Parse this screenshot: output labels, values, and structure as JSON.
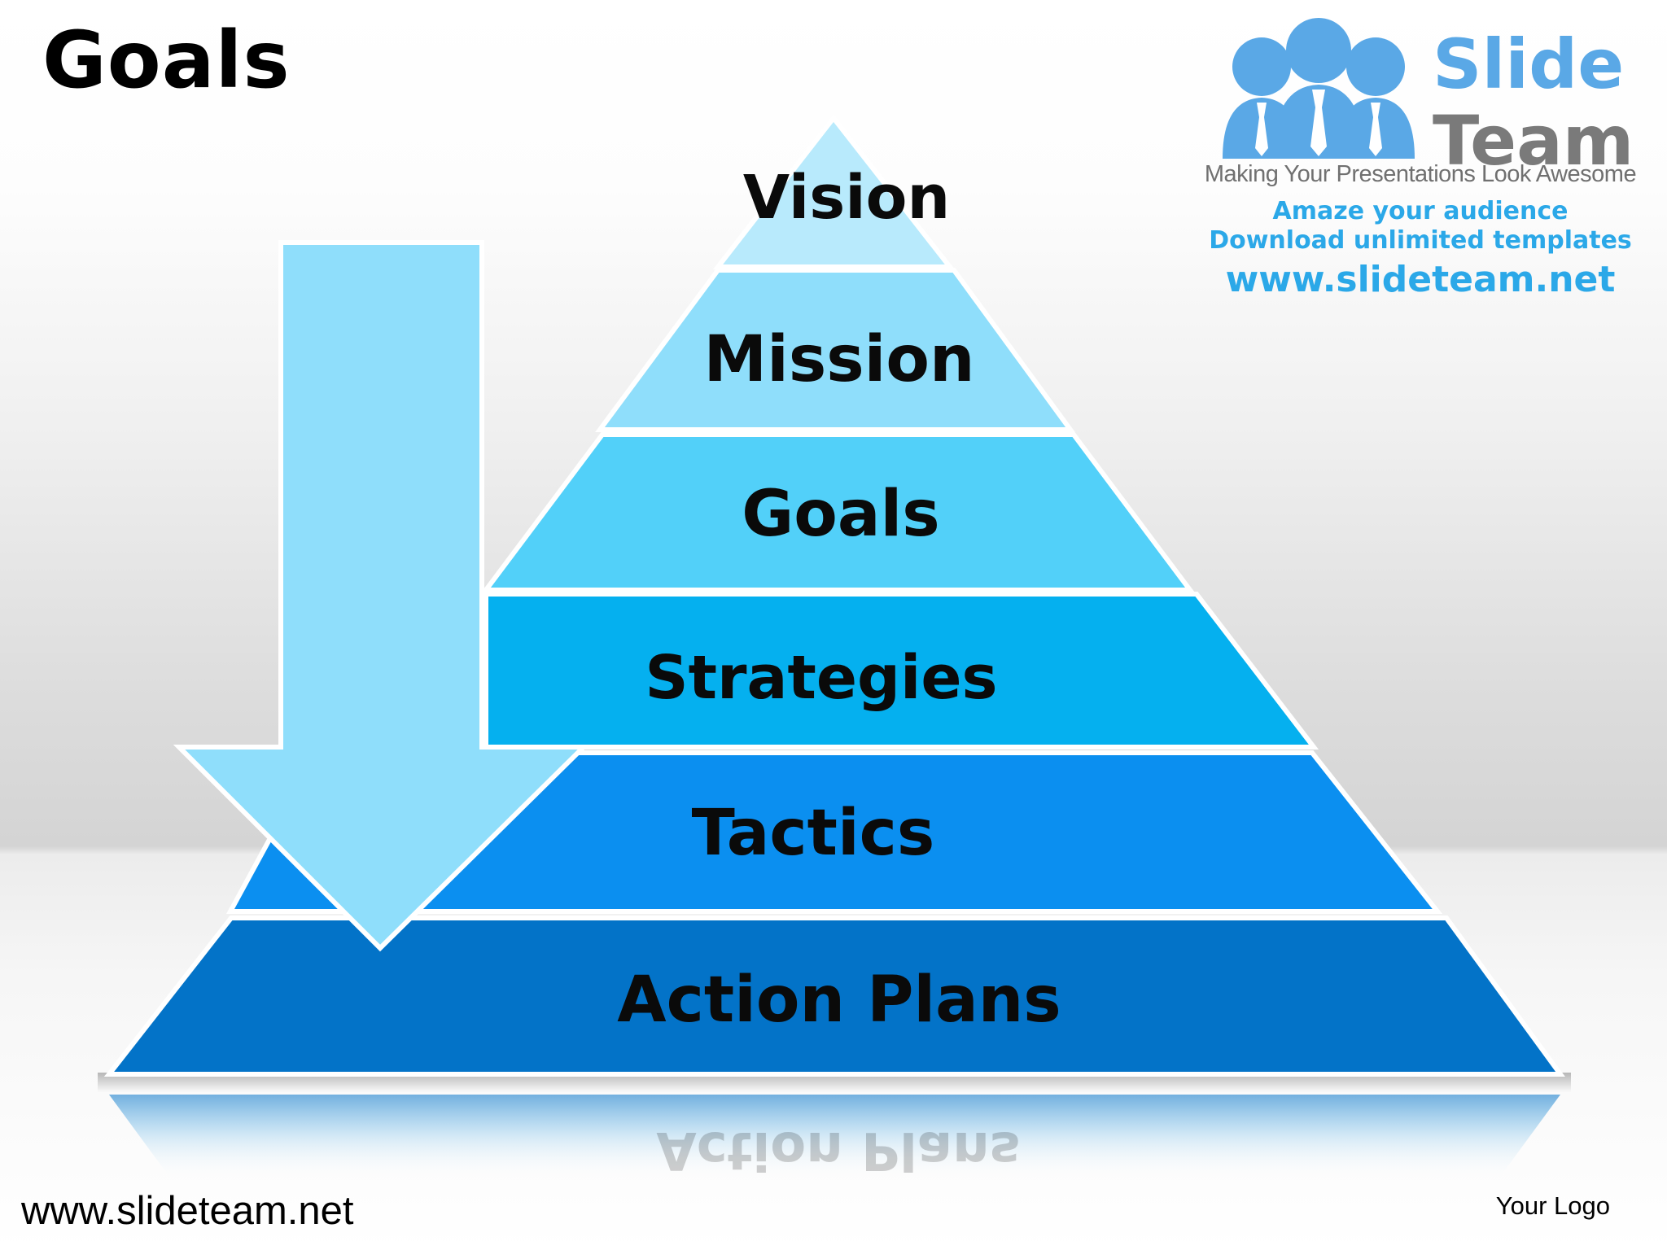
{
  "slide": {
    "title": "Goals",
    "footer_url": "www.slideteam.net",
    "your_logo": "Your Logo"
  },
  "logo": {
    "brand_line1": "Slide",
    "brand_line2": "Team",
    "tagline": "Making Your Presentations Look Awesome",
    "promo_line1": "Amaze your audience",
    "promo_line2": "Download unlimited templates",
    "promo_url": "www.slideteam.net"
  },
  "pyramid": {
    "tiers": [
      {
        "label": "Vision",
        "color": "#b8eafc"
      },
      {
        "label": "Mission",
        "color": "#8fdefb"
      },
      {
        "label": "Goals",
        "color": "#52d0f9"
      },
      {
        "label": "Strategies",
        "color": "#05b0ef"
      },
      {
        "label": "Tactics",
        "color": "#0b8ff0"
      },
      {
        "label": "Action Plans",
        "color": "#0373c8"
      }
    ],
    "arrow_color": "#8fdefb",
    "direction": "top-down"
  }
}
